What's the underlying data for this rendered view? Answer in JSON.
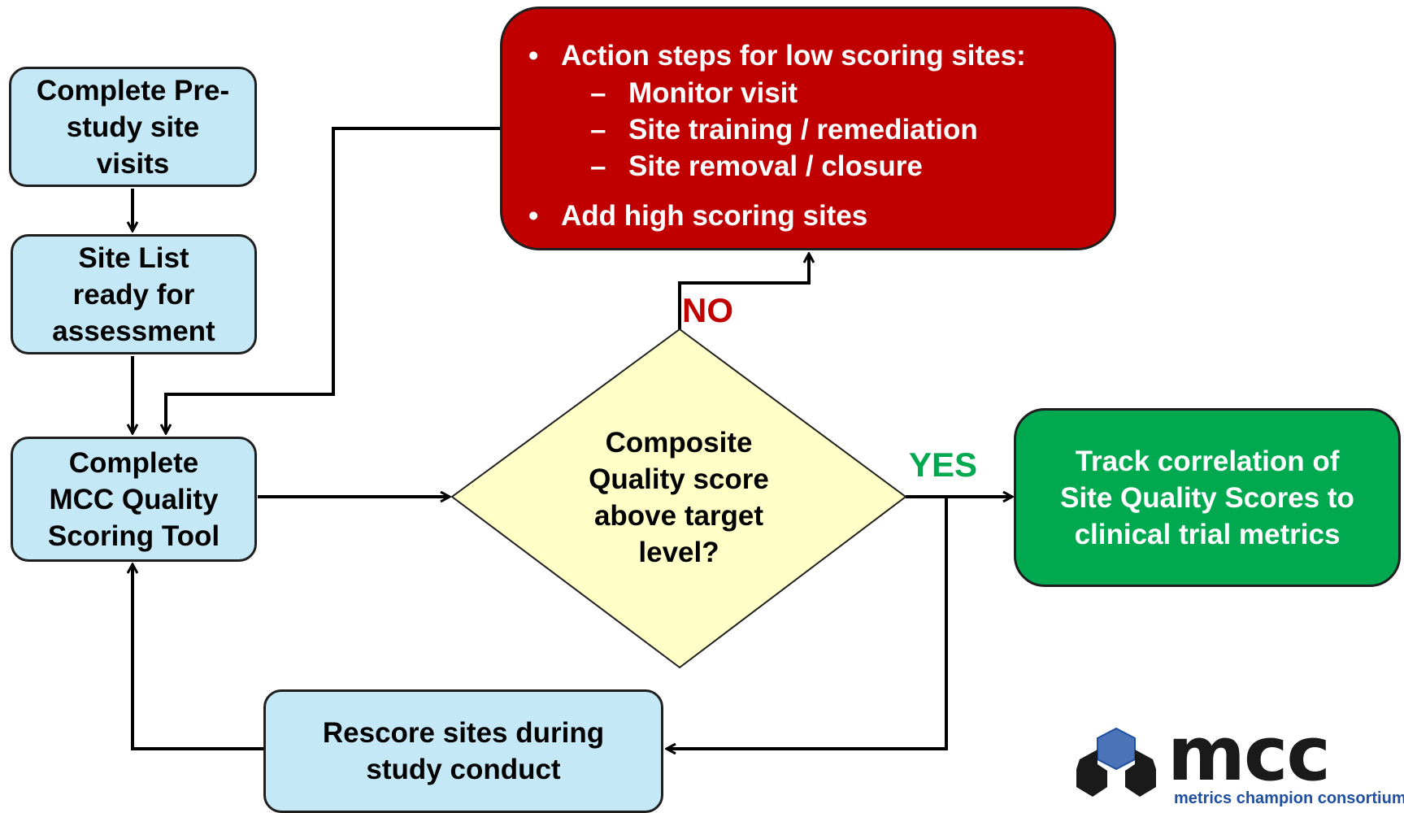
{
  "boxes": {
    "pre_study": [
      "Complete Pre-",
      "study site",
      "visits"
    ],
    "site_list": [
      "Site List",
      "ready for",
      "assessment"
    ],
    "mcc_tool": [
      "Complete",
      "MCC Quality",
      "Scoring Tool"
    ],
    "rescore": [
      "Rescore sites during",
      "study conduct"
    ]
  },
  "action_box": {
    "bullet1": "Action steps for  low scoring sites:",
    "subitems": [
      "Monitor visit",
      "Site training / remediation",
      "Site removal / closure"
    ],
    "bullet2": "Add high scoring sites"
  },
  "decision": [
    "Composite",
    "Quality score",
    "above target",
    "level?"
  ],
  "labels": {
    "no": "NO",
    "yes": "YES"
  },
  "track_box": [
    "Track correlation of",
    "Site Quality Scores to",
    "clinical trial metrics"
  ],
  "logo": {
    "word": "mcc",
    "tagline": "metrics champion consortium"
  },
  "colors": {
    "box_fill": "#c5e8f7",
    "action_fill": "#c00000",
    "track_fill": "#00a84f",
    "decision_fill": "#ffffc7",
    "no_label": "#c00000",
    "yes_label": "#00a84f",
    "logo_blue": "#1f4fa0"
  }
}
